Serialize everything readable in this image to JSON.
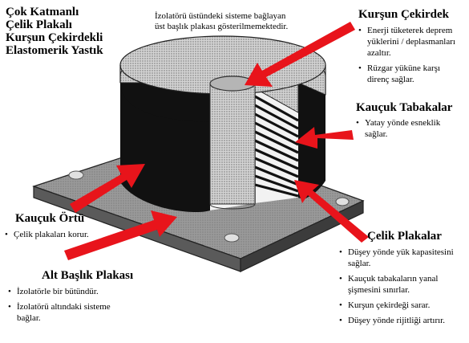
{
  "title_lines": [
    "Çok Katmanlı",
    "Çelik Plakalı",
    "Kurşun Çekirdekli",
    "Elastomerik Yastık"
  ],
  "top_note_lines": [
    "İzolatörü üstündeki sisteme bağlayan",
    "üst başlık plakası gösterilmemektedir."
  ],
  "kursun": {
    "heading": "Kurşun Çekirdek",
    "bullets": [
      [
        "Enerji tüketerek deprem",
        "yüklerini / deplasmanları",
        "azaltır."
      ],
      [
        "Rüzgar yüküne karşı",
        "direnç sağlar."
      ]
    ]
  },
  "kaucuk_tabaka": {
    "heading": "Kauçuk Tabakalar",
    "bullets": [
      [
        "Yatay yönde esneklik",
        "sağlar."
      ]
    ]
  },
  "kaucuk_ortu": {
    "heading": "Kauçuk Örtü",
    "bullets": [
      [
        "Çelik plakaları korur."
      ]
    ]
  },
  "celik": {
    "heading": "Çelik Plakalar",
    "bullets": [
      [
        "Düşey yönde yük kapasitesini",
        "sağlar."
      ],
      [
        "Kauçuk tabakaların yanal",
        "şişmesini sınırlar."
      ],
      [
        "Kurşun çekirdeği sarar."
      ],
      [
        "Düşey yönde rijitliği artırır."
      ]
    ]
  },
  "alt": {
    "heading": "Alt Başlık Plakası",
    "bullets": [
      [
        "İzolatörle bir bütündür."
      ],
      [
        "İzolatörü altındaki sisteme",
        "bağlar."
      ]
    ]
  },
  "colors": {
    "arrow": "#e8141b",
    "rubber": "#111111",
    "plate": "#8f8f8f",
    "core": "#c9c9c9"
  }
}
